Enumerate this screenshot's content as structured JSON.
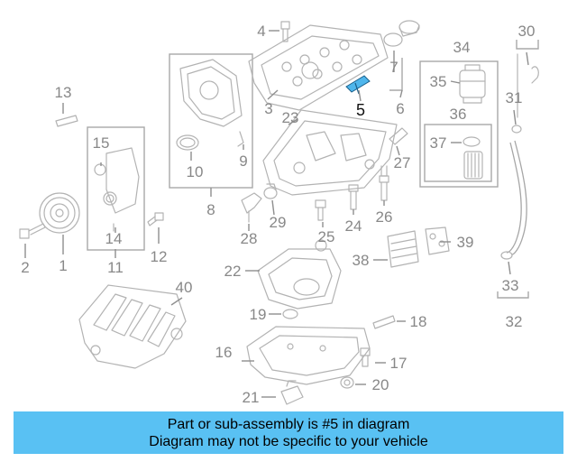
{
  "diagram": {
    "callouts": [
      "1",
      "2",
      "3",
      "4",
      "5",
      "6",
      "7",
      "8",
      "9",
      "10",
      "11",
      "12",
      "13",
      "14",
      "15",
      "16",
      "17",
      "18",
      "19",
      "20",
      "21",
      "22",
      "23",
      "24",
      "25",
      "26",
      "27",
      "28",
      "29",
      "30",
      "31",
      "32",
      "33",
      "34",
      "35",
      "36",
      "37",
      "38",
      "39",
      "40"
    ],
    "highlighted_callout": "5",
    "highlight_color": "#4fb6ec"
  },
  "footer": {
    "line1": "Part or sub-assembly is #5 in diagram",
    "line2": "Diagram may not be specific to your vehicle",
    "background": "#59c1f3"
  }
}
